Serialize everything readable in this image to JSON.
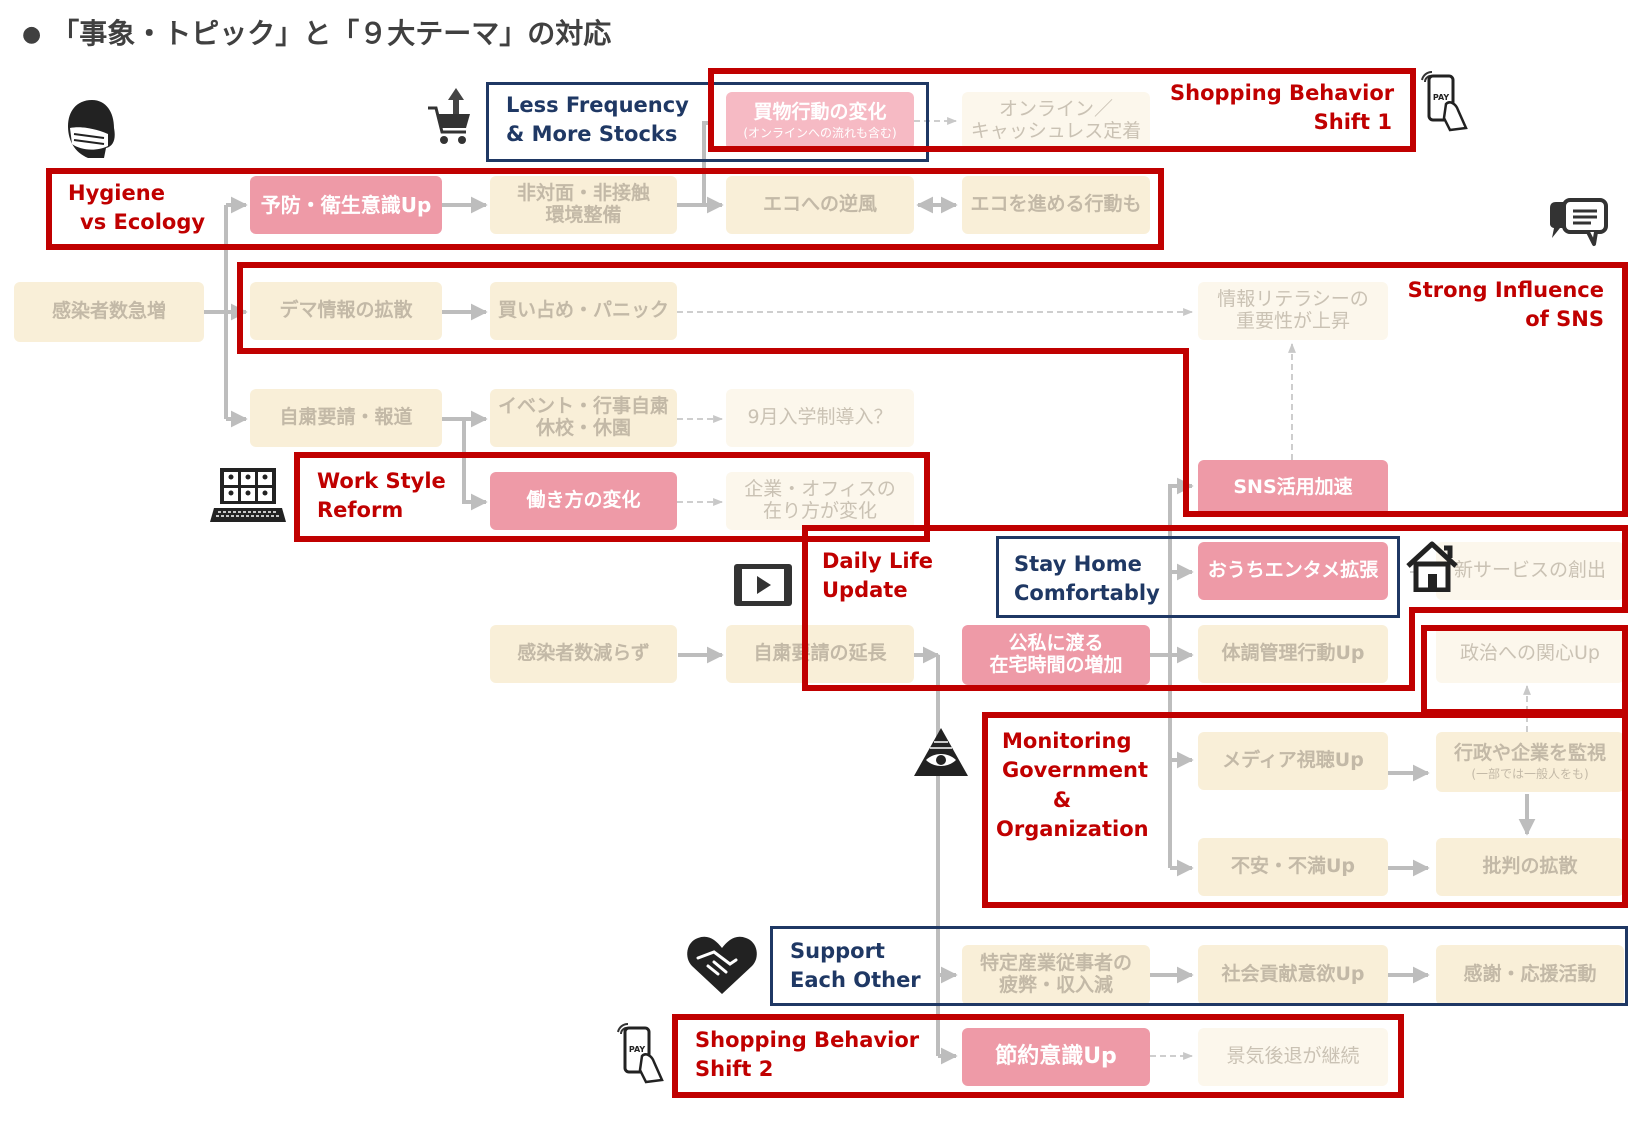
{
  "title": "「事象・トピック」と「９大テーマ」の対応",
  "nodes": {
    "kansen_kyuzo": "感染者数急増",
    "yobo": "予防・衛生意識Up",
    "hitaimen_1": "非対面・非接触",
    "hitaimen_2": "環境整備",
    "kaimono_main": "買物行動の変化",
    "kaimono_sub": "(オンラインへの流れも含む)",
    "online_1": "オンライン／",
    "online_2": "キャッシュレス定着",
    "eco_gyaku": "エコへの逆風",
    "eco_susumeru": "エコを進める行動も",
    "dema": "デマ情報の拡散",
    "kaishime": "買い占め・パニック",
    "literacy_1": "情報リテラシーの",
    "literacy_2": "重要性が上昇",
    "jishuku_hodo": "自粛要請・報道",
    "event_1": "イベント・行事自粛",
    "event_2": "休校・休園",
    "kugatsu": "9月入学制導入？",
    "hatarakikata": "働き方の変化",
    "kigyo_1": "企業・オフィスの",
    "kigyo_2": "在り方が変化",
    "sns_kasoku": "SNS活用加速",
    "ouchi": "おうちエンタメ拡張",
    "shin_service": "新サービスの創出",
    "genzurazu": "感染者数減らず",
    "encho": "自粛要請の延長",
    "zaitaku_1": "公私に渡る",
    "zaitaku_2": "在宅時間の増加",
    "taicho": "体調管理行動Up",
    "seiji": "政治への関心Up",
    "media": "メディア視聴Up",
    "kanshi_main": "行政や企業を監視",
    "kanshi_sub": "(一部では一般人をも)",
    "fuan": "不安・不満Up",
    "hihan": "批判の拡散",
    "tokutei_1": "特定産業従事者の",
    "tokutei_2": "疲弊・収入減",
    "shakai": "社会貢献意欲Up",
    "kansha": "感謝・応援活動",
    "setsuyaku": "節約意識Up",
    "keiki": "景気後退が継続"
  },
  "themes": {
    "less_freq_1": "Less Frequency",
    "less_freq_2": "& More Stocks",
    "shopping1_1": "Shopping Behavior",
    "shopping1_2": "Shift 1",
    "hygiene_1": "Hygiene",
    "hygiene_2": "vs Ecology",
    "sns_1": "Strong Influence",
    "sns_2": "of SNS",
    "work_1": "Work Style",
    "work_2": "Reform",
    "daily_1": "Daily Life",
    "daily_2": "Update",
    "stay_1": "Stay Home",
    "stay_2": "Comfortably",
    "monitor_1": "Monitoring",
    "monitor_2": "Government",
    "monitor_3": "&",
    "monitor_4": "Organization",
    "support_1": "Support",
    "support_2": "Each Other",
    "shopping2_1": "Shopping Behavior",
    "shopping2_2": "Shift 2"
  },
  "icons": {
    "pay": "PAY",
    "list": [
      "mask-icon",
      "shopping-cart-icon",
      "pay-phone-icon",
      "chat-bubble-icon",
      "laptop-video-icon",
      "video-player-icon",
      "house-icon",
      "eye-pyramid-icon",
      "handshake-icon"
    ]
  },
  "colors": {
    "theme_red": "#c00000",
    "theme_navy": "#1f3864",
    "node_beige": "#f9efd8",
    "node_pink": "#ee9aa7",
    "node_text": "#c3b9a7",
    "arrow": "#bdbdbd"
  }
}
